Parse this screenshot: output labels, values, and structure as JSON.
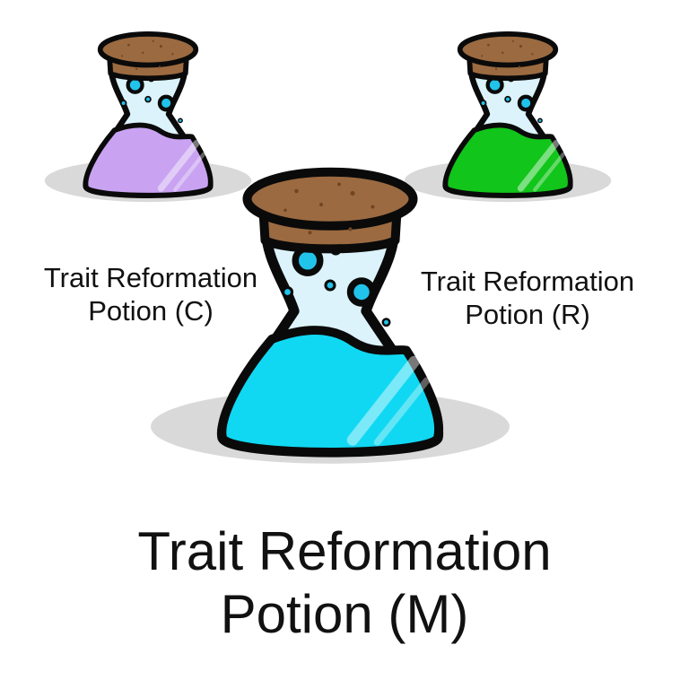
{
  "potions": [
    {
      "id": "c",
      "label_line1": "Trait Reformation",
      "label_line2": "Potion (C)",
      "liquid_color": "#c9a3f2",
      "liquid_shade": "#b78ee6",
      "icon": "potion-flask-icon"
    },
    {
      "id": "r",
      "label_line1": "Trait Reformation",
      "label_line2": "Potion (R)",
      "liquid_color": "#11c51a",
      "liquid_shade": "#0aa814",
      "icon": "potion-flask-icon"
    },
    {
      "id": "m",
      "label_line1": "Trait Reformation",
      "label_line2": "Potion (M)",
      "liquid_color": "#10d8f2",
      "liquid_shade": "#07bfdc",
      "icon": "potion-flask-icon"
    }
  ],
  "colors": {
    "glass": "#dcf3fb",
    "cork": "#9b6a40",
    "cork_dark": "#6f4522",
    "outline": "#0a0a0a",
    "shadow": "#d9d9d9"
  }
}
